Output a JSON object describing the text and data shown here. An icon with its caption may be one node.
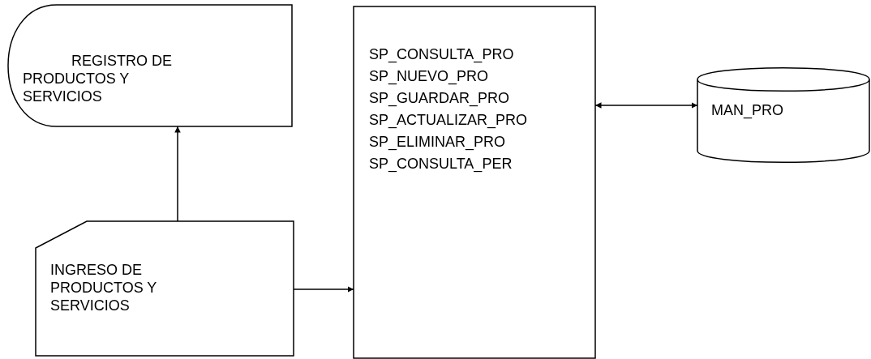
{
  "diagram": {
    "nodes": [
      {
        "text": [
          "REGISTRO DE PRODUCTOS Y SERVICIOS"
        ]
      },
      {
        "text": [
          "INGRESO DE PRODUCTOS Y SERVICIOS"
        ]
      },
      {
        "text": [
          "SP_CONSULTA_PRO",
          "SP_NUEVO_PRO",
          "SP_GUARDAR_PRO",
          "SP_ACTUALIZAR_PRO",
          "SP_ELIMINAR_PRO",
          "SP_CONSULTA_PER"
        ]
      },
      {
        "text": [
          "MAN_PRO"
        ]
      }
    ],
    "edges": [
      {
        "from": 1,
        "to": 0,
        "arrow": "to"
      },
      {
        "from": 1,
        "to": 2,
        "arrow": "to"
      },
      {
        "from": 2,
        "to": 3,
        "arrow": "both"
      }
    ]
  }
}
